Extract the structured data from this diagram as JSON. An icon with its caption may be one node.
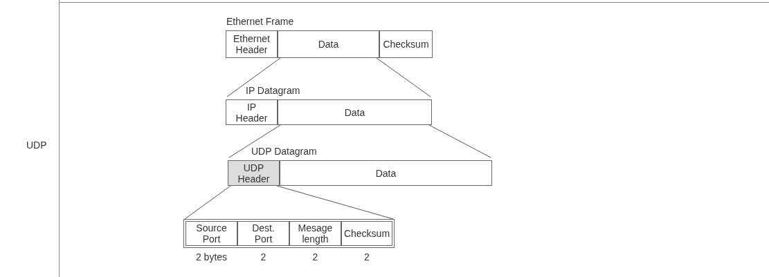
{
  "diagram": {
    "nodes": [
      {
        "text": [
          "Ethernet Frame"
        ]
      },
      {
        "text": [
          "Ethernet Header"
        ],
        "in": 0
      },
      {
        "text": [
          "Data"
        ],
        "in": 0
      },
      {
        "text": [
          "Checksum"
        ],
        "in": 0
      },
      {
        "text": [
          "IP Datagram"
        ]
      },
      {
        "text": [
          "IP Header"
        ],
        "in": 4
      },
      {
        "text": [
          "Data"
        ],
        "in": 4
      },
      {
        "text": [
          "UDP Datagram"
        ]
      },
      {
        "text": [
          "UDP Header"
        ],
        "in": 7
      },
      {
        "text": [
          "Data"
        ],
        "in": 7
      },
      {
        "text": [],
        "shape": "box"
      },
      {
        "text": [
          "Source Port"
        ],
        "in": 10,
        "beside": [
          "2 bytes"
        ]
      },
      {
        "text": [
          "Dest. Port"
        ],
        "in": 10,
        "beside": [
          "2"
        ]
      },
      {
        "text": [
          "Mesage length"
        ],
        "in": 10,
        "beside": [
          "2"
        ]
      },
      {
        "text": [
          "Checksum"
        ],
        "in": 10,
        "beside": [
          "2"
        ]
      }
    ],
    "edges": [
      {
        "from": 2,
        "to": 4,
        "arrow": "none"
      },
      {
        "from": 6,
        "to": 7,
        "arrow": "none"
      },
      {
        "from": 8,
        "to": 10,
        "arrow": "none"
      }
    ],
    "labels": [
      "UDP"
    ]
  }
}
